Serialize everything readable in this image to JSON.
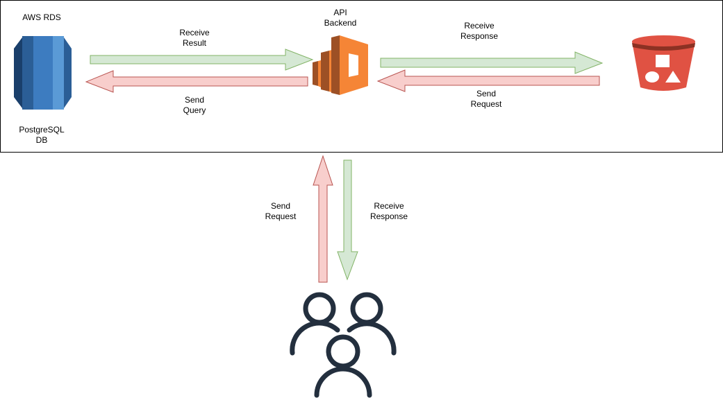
{
  "colors": {
    "frame": "#000000",
    "green_fill": "#d5e8d4",
    "green_stroke": "#82b366",
    "red_fill": "#f8cecc",
    "red_stroke": "#b85450",
    "rds_dark": "#1a3f6b",
    "rds_mid": "#2b5e96",
    "rds_light": "#3d7cc0",
    "rds_pale": "#5a9ad6",
    "compute_orange": "#f58536",
    "compute_dark": "#9d5025",
    "bucket_red": "#e05243",
    "bucket_dark": "#8c3123",
    "users": "#232f3e"
  },
  "icons": {
    "database": "aws-rds-database-icon",
    "api": "aws-compute-icon",
    "storage": "s3-bucket-icon",
    "users": "users-group-icon"
  },
  "nodes": {
    "rds_title": "AWS RDS",
    "rds_caption": "PostgreSQL\nDB",
    "api_title": "API\nBackend"
  },
  "edges": {
    "receive_result": "Receive\nResult",
    "send_query": "Send\nQuery",
    "receive_response_bucket": "Receive\nResponse",
    "send_request_bucket": "Send\nRequest",
    "send_request_users": "Send\nRequest",
    "receive_response_users": "Receive\nResponse"
  }
}
